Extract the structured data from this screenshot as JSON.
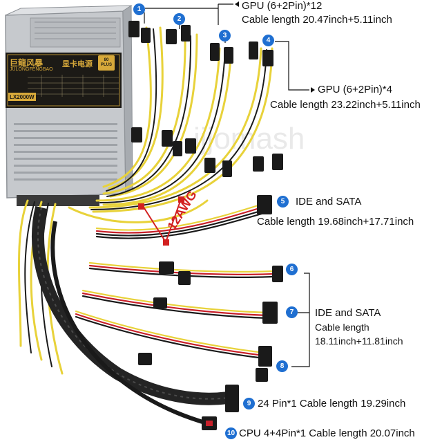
{
  "psu": {
    "brand_cn": "巨龍风暴",
    "brand_en": "JULONGFENGBAO",
    "product_cn": "显卡电源",
    "model": "LX2000W",
    "badge": "80 PLUS"
  },
  "gauge_label": "12AWG",
  "watermark": "ijjomash",
  "callouts": [
    {
      "num": "1"
    },
    {
      "num": "2"
    },
    {
      "num": "3"
    },
    {
      "num": "4"
    },
    {
      "num": "5"
    },
    {
      "num": "6"
    },
    {
      "num": "7"
    },
    {
      "num": "8"
    },
    {
      "num": "9"
    },
    {
      "num": "10"
    }
  ],
  "labels": {
    "gpu12_title": "GPU (6+2Pin)*12",
    "gpu12_len": "Cable length 20.47inch+5.11inch",
    "gpu4_title": "GPU (6+2Pin)*4",
    "gpu4_len": "Cable length 23.22inch+5.11inch",
    "ide1_title": "IDE and SATA",
    "ide1_len": "Cable length 19.68inch+17.71inch",
    "ide2_title": "IDE and SATA",
    "ide2_len1": "Cable length",
    "ide2_len2": "18.11inch+11.81inch",
    "pin24": "24 Pin*1 Cable length 19.29inch",
    "cpu": "CPU 4+4Pin*1 Cable length 20.07inch"
  },
  "colors": {
    "badge": "#1f6fd1",
    "cable_yellow": "#e8d23a",
    "cable_black": "#1a1a1a",
    "cable_red": "#c8202a",
    "psu_body": "#c9ccd0",
    "sticker": "#1c1a16",
    "sticker_gold": "#d7a93a"
  }
}
